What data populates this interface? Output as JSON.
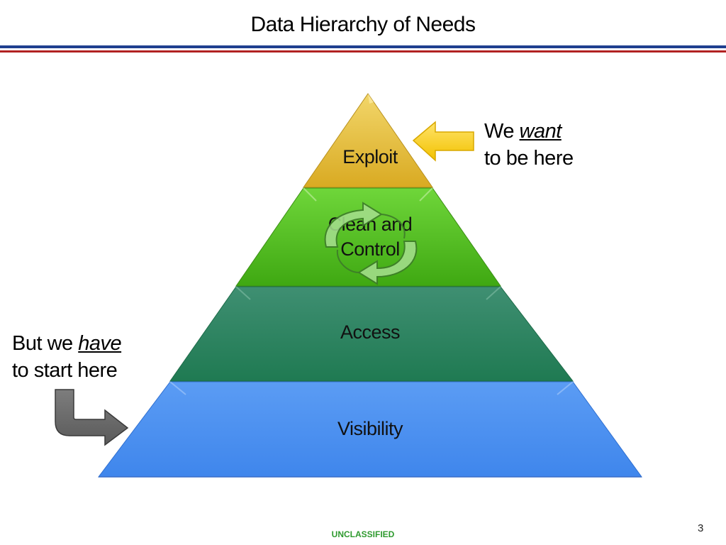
{
  "slide": {
    "title": "Data Hierarchy of Needs",
    "page_number": "3",
    "classification": "UNCLASSIFIED"
  },
  "pyramid": {
    "tiers": [
      {
        "label": "Exploit",
        "color": "#e8c13f"
      },
      {
        "label_line1": "Clean and",
        "label_line2": "Control",
        "color": "#55c21f"
      },
      {
        "label": "Access",
        "color": "#2a8c63"
      },
      {
        "label": "Visibility",
        "color": "#4a8ff0"
      }
    ]
  },
  "callouts": {
    "top": {
      "prefix": "We ",
      "emphasis": "want",
      "line2": "to be here",
      "arrow_color": "#ffd21a"
    },
    "bottom": {
      "prefix": "But we ",
      "emphasis": "have",
      "line2": "to start here",
      "arrow_color": "#6d6d6d"
    }
  },
  "cycle_icon": {
    "color": "#a4de8c"
  }
}
